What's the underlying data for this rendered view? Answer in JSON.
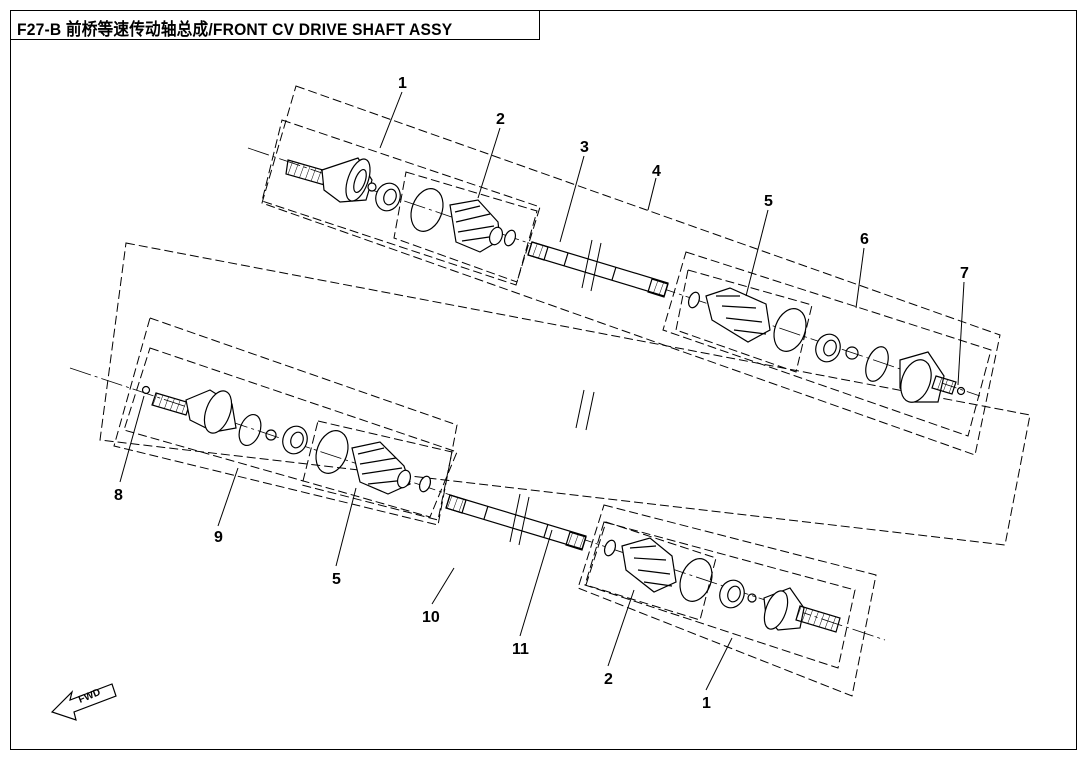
{
  "title": "F27-B 前桥等速传动轴总成/FRONT CV DRIVE SHAFT ASSY",
  "fwd_label": "FWD",
  "callouts": [
    "1",
    "2",
    "3",
    "4",
    "5",
    "6",
    "7",
    "8",
    "9",
    "5",
    "10",
    "11",
    "2",
    "1"
  ]
}
